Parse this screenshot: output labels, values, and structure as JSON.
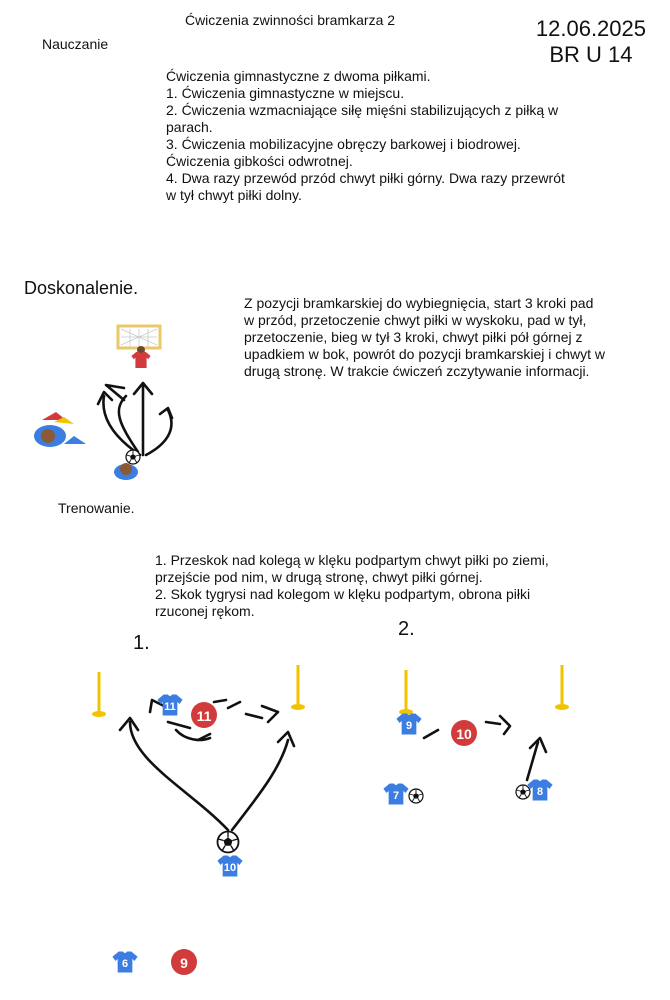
{
  "header": {
    "title": "Ćwiczenia zwinności bramkarza 2",
    "date": "12.06.2025",
    "group": "BR U 14"
  },
  "nauczanie": {
    "label": "Nauczanie",
    "lines": [
      "Ćwiczenia gimnastyczne z dwoma piłkami.",
      "1. Ćwiczenia gimnastyczne w miejscu.",
      "2. Ćwiczenia wzmacniające siłę mięśni stabilizujących z piłką w",
      "parach.",
      "3. Ćwiczenia mobilizacyjne obręczy barkowej i biodrowej.",
      "Ćwiczenia gibkości odwrotnej.",
      "4. Dwa razy przewód przód chwyt piłki górny. Dwa razy przewrót",
      "w tył chwyt piłki dolny."
    ]
  },
  "doskonalenie": {
    "label": "Doskonalenie.",
    "lines": [
      "Z pozycji bramkarskiej do wybiegnięcia, start 3 kroki pad",
      "w przód, przetoczenie chwyt piłki w wyskoku, pad w tył,",
      "przetoczenie, bieg w tył 3 kroki, chwyt piłki pół górnej z",
      "upadkiem w bok, powrót do pozycji bramkarskiej i chwyt w",
      "drugą stronę. W trakcie ćwiczeń zczytywanie informacji."
    ]
  },
  "trenowanie": {
    "label": "Trenowanie.",
    "lines": [
      "1. Przeskok nad kolegą w klęku podpartym chwyt piłki po ziemi,",
      "przejście pod nim, w drugą stronę, chwyt piłki górnej.",
      "2. Skok tygrysi nad kolegom w klęku podpartym, obrona piłki",
      "rzuconej rękom."
    ],
    "diagram1_label": "1.",
    "diagram2_label": "2."
  },
  "players": {
    "d1_blue_top": "11",
    "d1_red": "11",
    "d1_blue_bottom": "10",
    "d2_blue_left": "9",
    "d2_red": "10",
    "d2_blue_low_left": "7",
    "d2_blue_right": "8",
    "extra_blue": "6",
    "extra_red": "9"
  },
  "colors": {
    "blue_shirt": "#3b7de0",
    "red_player": "#d13b3b",
    "pole_yellow": "#f2c400",
    "goal_frame": "#e9c86a"
  }
}
